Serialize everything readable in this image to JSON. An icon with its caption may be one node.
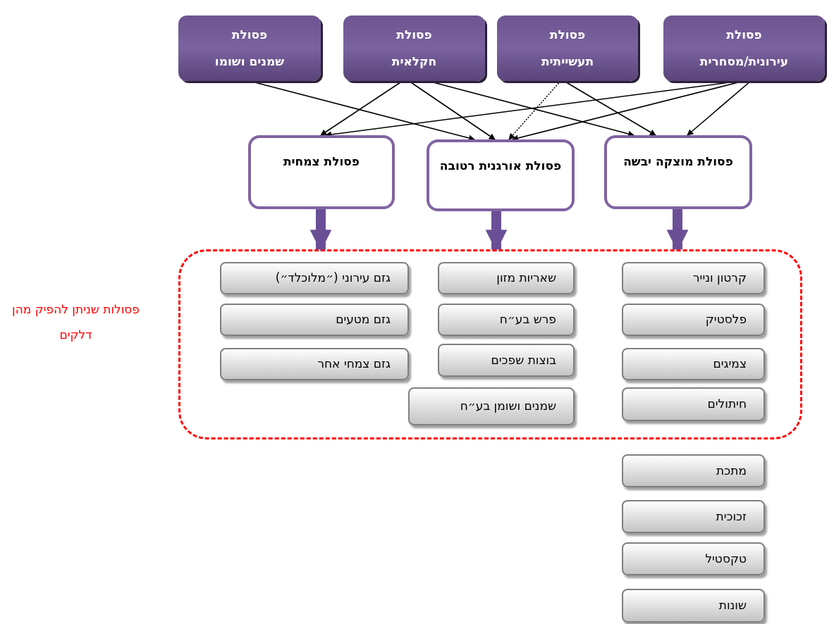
{
  "diagram": {
    "nodes": [
      {
        "text": [
          "פסולת",
          "שמנים ושומו"
        ]
      },
      {
        "text": [
          "פסולת",
          "חקלאית"
        ]
      },
      {
        "text": [
          "פסולת",
          "תעשייתית"
        ]
      },
      {
        "text": [
          "פסולת",
          "עירונית/מסחרית"
        ]
      },
      {
        "text": [
          "פסולת צמחית"
        ]
      },
      {
        "text": [
          "פסולת אורגנית רטובה"
        ]
      },
      {
        "text": [
          "פסולת מוצקה יבשה"
        ]
      },
      {
        "text": [],
        "shape": "box",
        "beside": [
          "פסולות שניתן להפיק מהן דלקים"
        ]
      },
      {
        "text": [
          "גזם עירוני (״מלוכלד״)"
        ],
        "in": 7
      },
      {
        "text": [
          "גזם מטעים"
        ],
        "in": 7
      },
      {
        "text": [
          "גזם צמחי אחר"
        ],
        "in": 7
      },
      {
        "text": [
          "שאריות מזון"
        ],
        "in": 7
      },
      {
        "text": [
          "פרש בע״ח"
        ],
        "in": 7
      },
      {
        "text": [
          "בוצות שפכים"
        ],
        "in": 7
      },
      {
        "text": [
          "שמנים ושומן בע״ח"
        ],
        "in": 7
      },
      {
        "text": [
          "קרטון ונייר"
        ],
        "in": 7
      },
      {
        "text": [
          "פלסטיק"
        ],
        "in": 7
      },
      {
        "text": [
          "צמיגים"
        ],
        "in": 7
      },
      {
        "text": [
          "חיתולים"
        ],
        "in": 7
      },
      {
        "text": [
          "מתכת"
        ]
      },
      {
        "text": [
          "זכוכית"
        ]
      },
      {
        "text": [
          "טקסטיל"
        ]
      },
      {
        "text": [
          "שונות"
        ]
      }
    ],
    "edges": [
      {
        "from": 0,
        "to": 5,
        "arrow": "to"
      },
      {
        "from": 1,
        "to": 4,
        "arrow": "to"
      },
      {
        "from": 1,
        "to": 5,
        "arrow": "to"
      },
      {
        "from": 1,
        "to": 6,
        "arrow": "to"
      },
      {
        "from": 2,
        "to": 5,
        "arrow": "to",
        "style": "dashed"
      },
      {
        "from": 2,
        "to": 6,
        "arrow": "to"
      },
      {
        "from": 3,
        "to": 4,
        "arrow": "to"
      },
      {
        "from": 3,
        "to": 5,
        "arrow": "to"
      },
      {
        "from": 3,
        "to": 6,
        "arrow": "to"
      },
      {
        "from": 4,
        "to": 7,
        "arrow": "to",
        "style": "thick",
        "color": "#6b4f96"
      },
      {
        "from": 5,
        "to": 7,
        "arrow": "to",
        "style": "thick",
        "color": "#6b4f96"
      },
      {
        "from": 6,
        "to": 7,
        "arrow": "to",
        "style": "thick",
        "color": "#6b4f96"
      }
    ]
  }
}
